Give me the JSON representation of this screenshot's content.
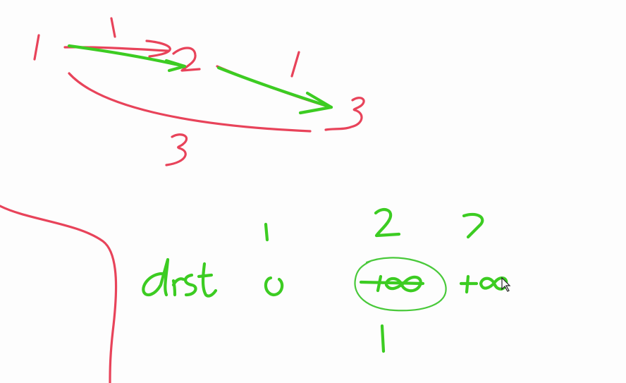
{
  "ink_colors": {
    "red": "#e8435a",
    "green": "#3ccc22"
  },
  "graph": {
    "nodes": [
      {
        "label": "1"
      },
      {
        "label": "2"
      },
      {
        "label": "3"
      }
    ],
    "edges": [
      {
        "from": "1",
        "to": "2",
        "weight": "1"
      },
      {
        "from": "2",
        "to": "3",
        "weight": "1"
      },
      {
        "from": "1",
        "to": "3",
        "weight": "3"
      }
    ]
  },
  "dist_table": {
    "row_label": "dist",
    "headers": [
      "1",
      "2",
      "3"
    ],
    "values": [
      "0",
      "+∞",
      "+∞"
    ],
    "updated_value_under_2": "1"
  },
  "icons": [
    "mouse-cursor-icon"
  ]
}
